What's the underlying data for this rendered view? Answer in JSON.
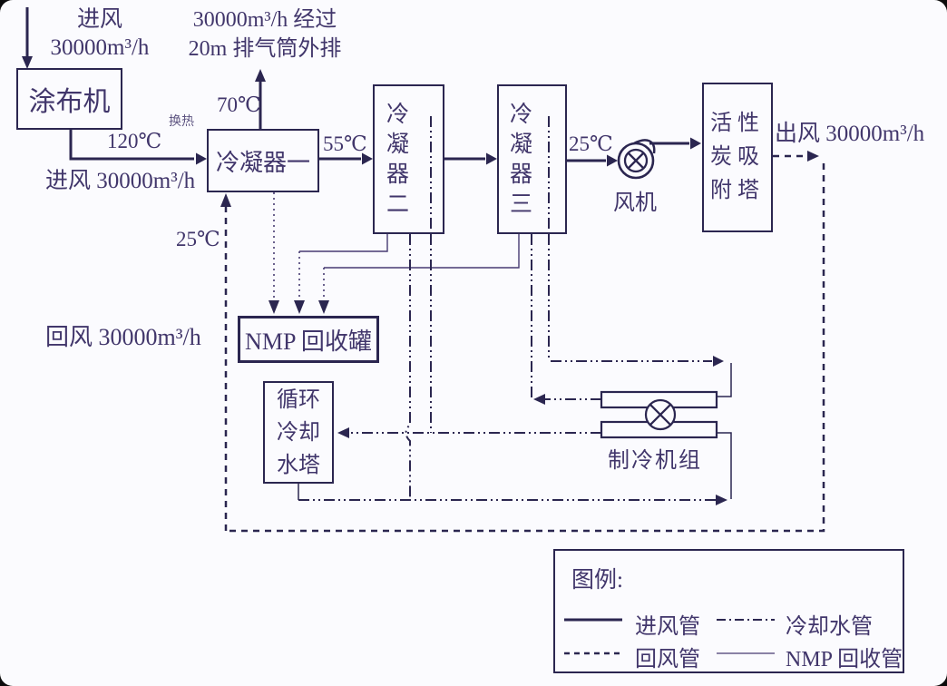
{
  "diagram_title": "NMP recovery air-handling process flow diagram",
  "colors": {
    "line": "#2b2650",
    "text": "#41366b",
    "background": "#fbfbfe"
  },
  "labels": {
    "intake_top_line1": "进风",
    "intake_top_line2": "30000m³/h",
    "stack_line1": "30000m³/h 经过",
    "stack_line2": "20m 排气筒外排",
    "temp_120": "120℃",
    "intake_mid": "进风 30000m³/h",
    "heat_exchange": "换热",
    "temp_70": "70℃",
    "temp_55": "55℃",
    "temp_25_fan": "25℃",
    "fan": "风机",
    "outlet": "出风 30000m³/h",
    "temp_25_return": "25℃",
    "return_air": "回风 30000m³/h",
    "chiller": "制冷机组"
  },
  "boxes": {
    "coater": "涂布机",
    "condenser1": "冷凝器一",
    "condenser2": "冷凝器二",
    "condenser3": "冷凝器三",
    "carbon_tower": "活性炭吸附塔",
    "nmp_tank": "NMP 回收罐",
    "cooling_tower": "循环冷却水塔"
  },
  "legend": {
    "title": "图例:",
    "items": [
      {
        "label": "进风管",
        "style": "solid"
      },
      {
        "label": "冷却水管",
        "style": "dashdot"
      },
      {
        "label": "回风管",
        "style": "dashed"
      },
      {
        "label": "NMP 回收管",
        "style": "thin"
      }
    ]
  }
}
